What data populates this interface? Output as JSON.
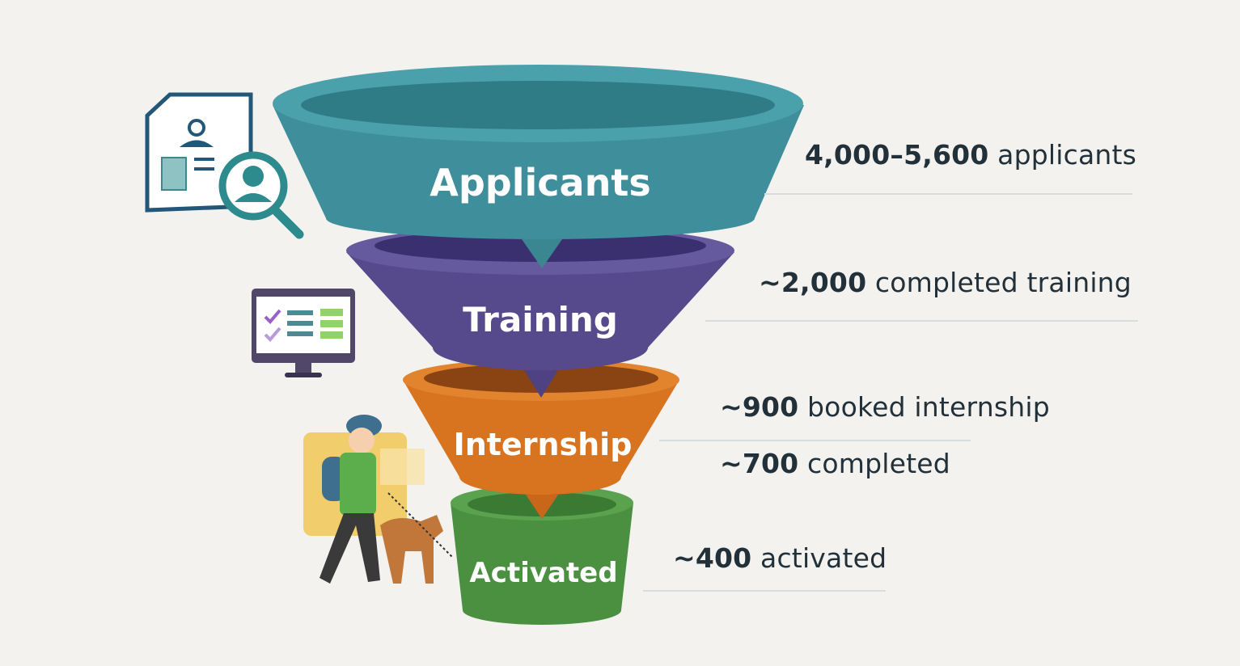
{
  "funnel": {
    "stages": [
      {
        "label": "Applicants",
        "color": "#3e8f9b"
      },
      {
        "label": "Training",
        "color": "#574a8c"
      },
      {
        "label": "Internship",
        "color": "#d8731f"
      },
      {
        "label": "Activated",
        "color": "#4a9040"
      }
    ]
  },
  "stats": [
    {
      "number": "4,000–5,600",
      "text": " applicants"
    },
    {
      "number": "~2,000",
      "text": " completed training"
    },
    {
      "number": "~900",
      "text": " booked internship"
    },
    {
      "number": "~700",
      "text": " completed"
    },
    {
      "number": "~400",
      "text": " activated"
    }
  ],
  "icons": [
    "resume-search-icon",
    "monitor-checklist-icon",
    "dog-walker-icon"
  ]
}
